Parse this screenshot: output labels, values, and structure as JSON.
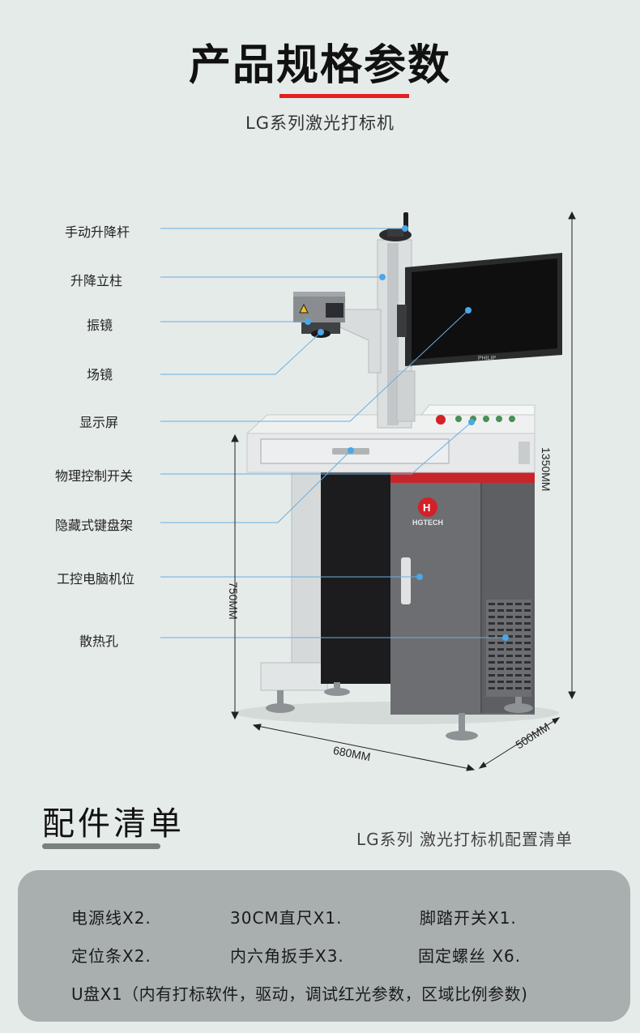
{
  "header": {
    "title": "产品规格参数",
    "subtitle": "LG系列激光打标机"
  },
  "machine": {
    "logo_text": "HGTECH",
    "monitor_brand": "PHILIP"
  },
  "callouts": [
    {
      "id": "manual-lift-rod",
      "label": "手动升降杆"
    },
    {
      "id": "lift-column",
      "label": "升降立柱"
    },
    {
      "id": "galvo",
      "label": "振镜"
    },
    {
      "id": "field-lens",
      "label": "场镜"
    },
    {
      "id": "display",
      "label": "显示屏"
    },
    {
      "id": "physical-switch",
      "label": "物理控制开关"
    },
    {
      "id": "keyboard-tray",
      "label": "隐藏式键盘架"
    },
    {
      "id": "pc-bay",
      "label": "工控电脑机位"
    },
    {
      "id": "vents",
      "label": "散热孔"
    }
  ],
  "dimensions": {
    "height_total": "1350MM",
    "height_table": "750MM",
    "width": "680MM",
    "depth": "500MM"
  },
  "accessories": {
    "title": "配件清单",
    "subtitle": "LG系列 激光打标机配置清单",
    "items": [
      "电源线X2.",
      "30CM直尺X1.",
      "脚踏开关X1.",
      "定位条X2.",
      "内六角扳手X3.",
      "固定螺丝 X6.",
      "U盘X1（内有打标软件，驱动，调试红光参数，区域比例参数)"
    ]
  },
  "colors": {
    "background": "#e5ebe9",
    "accent_red": "#e41f22",
    "leader_line": "#6aaee0",
    "panel": "#a9aeaf"
  }
}
